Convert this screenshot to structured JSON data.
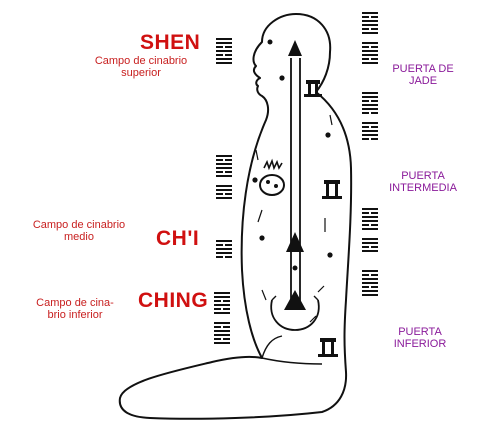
{
  "labels": {
    "shen": "SHEN",
    "shen_desc_line1": "Campo de cinabrio",
    "shen_desc_line2": "superior",
    "chi": "CH'I",
    "chi_desc_line1": "Campo de cinabrio",
    "chi_desc_line2": "medio",
    "ching": "CHING",
    "ching_desc_line1": "Campo de cina-",
    "ching_desc_line2": "brio inferior",
    "gate_jade_line1": "PUERTA DE",
    "gate_jade_line2": "JADE",
    "gate_mid_line1": "PUERTA",
    "gate_mid_line2": "INTERMEDIA",
    "gate_low_line1": "PUERTA",
    "gate_low_line2": "INFERIOR"
  },
  "colors": {
    "red": "#d01010",
    "purple": "#8a1a9a",
    "ink": "#111111"
  },
  "icons": [
    "meditating-figure",
    "hexagram-icon",
    "gate-icon",
    "flame-icon"
  ]
}
